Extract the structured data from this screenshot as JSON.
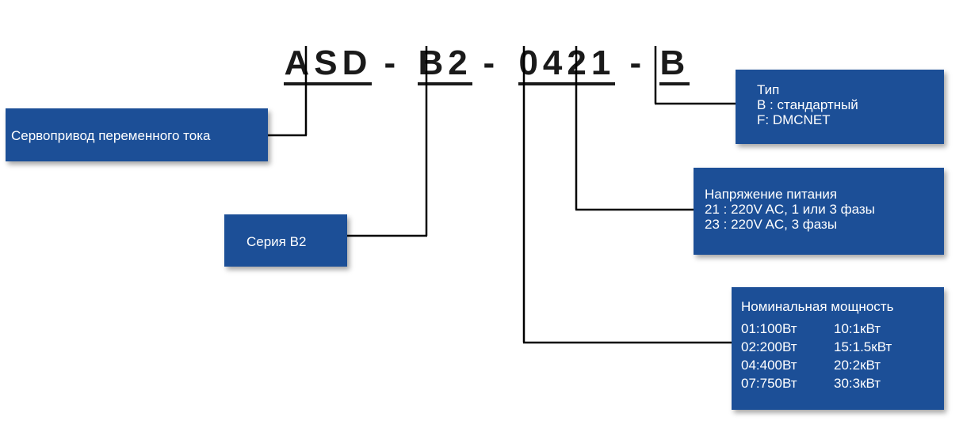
{
  "model_code": {
    "series_part": "ASD",
    "sep1": "-",
    "model_part": "B2",
    "sep2": "-",
    "power_voltage_part": "0421",
    "sep3": "-",
    "type_part": "B"
  },
  "boxes": {
    "ac_servo": {
      "label": "Сервопривод переменного тока"
    },
    "series": {
      "label": "Серия В2"
    },
    "type": {
      "title": "Тип",
      "lines": [
        "B : стандартный",
        "F: DMCNET"
      ]
    },
    "voltage": {
      "title": "Напряжение питания",
      "lines": [
        "21 : 220V AC, 1 или 3 фазы",
        "23 : 220V AC, 3 фазы"
      ]
    },
    "power": {
      "title": "Номинальная мощность",
      "rows": [
        [
          "01:100Вт",
          "10:1кВт"
        ],
        [
          "02:200Вт",
          "15:1.5кВт"
        ],
        [
          "04:400Вт",
          "20:2кВт"
        ],
        [
          "07:750Вт",
          "30:3кВт"
        ]
      ]
    }
  },
  "colors": {
    "box_fill": "#1c4f97",
    "box_text": "#ffffff",
    "line": "#000000",
    "code_text": "#1a1a1a"
  }
}
